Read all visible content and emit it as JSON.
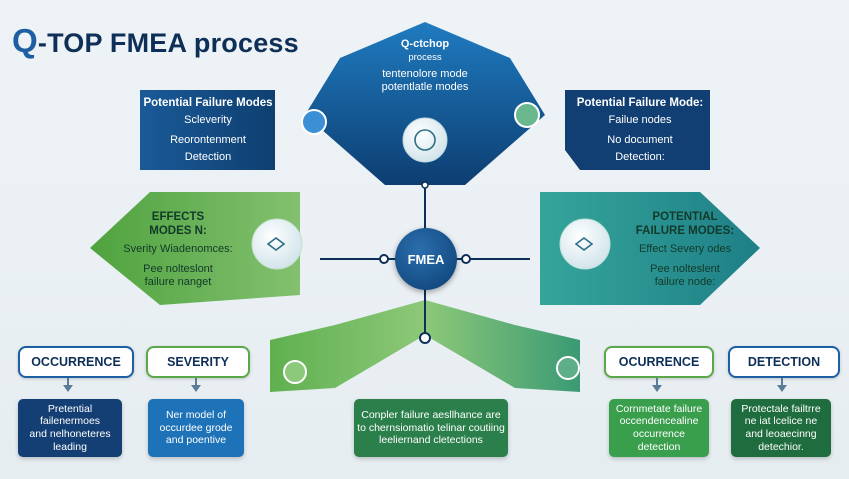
{
  "title": {
    "q": "Q",
    "rest": "-TOP FMEA process"
  },
  "top_panel": {
    "line1": "Q-ctchop",
    "line2": "process",
    "line3": "tentenolore mode",
    "line4": "potentlatle modes"
  },
  "left_blue": {
    "head": "Potential Failure Modes",
    "line1": "Scleverity",
    "line2": "Reorontenment",
    "line3": "Detection"
  },
  "right_blue": {
    "head": "Potential Failure Mode:",
    "line1": "Failue nodes",
    "line2": "No document",
    "line3": "Detection:"
  },
  "left_green": {
    "head1": "EFFECTS",
    "head2": "MODES N:",
    "line1": "Sverity Wiadenomces:",
    "line2": "Pee nolteslont",
    "line3": "failure nanget"
  },
  "right_green": {
    "head1": "POTENTIAL",
    "head2": "FAILURE MODES:",
    "line1": "Effect Severy odes",
    "line2": "Pee nolteslent",
    "line3": "failure node:"
  },
  "center": {
    "label": "FMEA"
  },
  "pills": [
    {
      "label": "OCCURRENCE"
    },
    {
      "label": "SEVERITY"
    },
    {
      "label": "OCURRENCE"
    },
    {
      "label": "DETECTION"
    }
  ],
  "boxes": [
    {
      "lines": [
        "Pretential",
        "failenermoes",
        "and nelhoneteres",
        "leading"
      ]
    },
    {
      "lines": [
        "Ner model of",
        "occurdee grode",
        "and poentive"
      ]
    },
    {
      "lines": [
        "Conpler failure aesllhance are",
        "to chernsiomatio telinar coutiing",
        "leeliernand cletections"
      ]
    },
    {
      "lines": [
        "Cornmetate failure",
        "occendencealine",
        "occurrence",
        "detection"
      ]
    },
    {
      "lines": [
        "Protectale failtrre",
        "ne iat lcelice ne",
        "and leoaecinng",
        "detechior."
      ]
    }
  ],
  "colors": {
    "navy": "#0e2f57",
    "blue": "#1d6aa6",
    "teal": "#2f9c8f",
    "green": "#5aa84a"
  }
}
